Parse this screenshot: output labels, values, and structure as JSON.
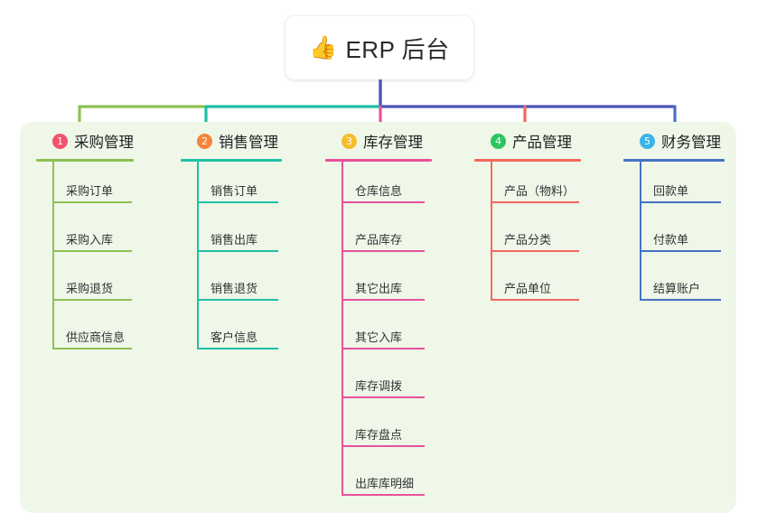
{
  "diagram": {
    "root": {
      "icon": "thumbs-up-icon",
      "emoji": "👍",
      "title": "ERP 后台"
    },
    "panel_color": "#eff7e9",
    "root_stem_color": "#4a55b8",
    "columns": [
      {
        "number": "1",
        "title": "采购管理",
        "badge_color": "#f2536d",
        "line_color": "#8cc152",
        "items": [
          "采购订单",
          "采购入库",
          "采购退货",
          "供应商信息"
        ]
      },
      {
        "number": "2",
        "title": "销售管理",
        "badge_color": "#f5843c",
        "line_color": "#1ec0a5",
        "items": [
          "销售订单",
          "销售出库",
          "销售退货",
          "客户信息"
        ]
      },
      {
        "number": "3",
        "title": "库存管理",
        "badge_color": "#f5bc2e",
        "line_color": "#e8519c",
        "items": [
          "仓库信息",
          "产品库存",
          "其它出库",
          "其它入库",
          "库存调拨",
          "库存盘点",
          "出库库明细"
        ]
      },
      {
        "number": "4",
        "title": "产品管理",
        "badge_color": "#2ec45f",
        "line_color": "#f4685e",
        "items": [
          "产品（物料）",
          "产品分类",
          "产品单位"
        ]
      },
      {
        "number": "5",
        "title": "财务管理",
        "badge_color": "#3bb4e8",
        "line_color": "#4472c4",
        "items": [
          "回款单",
          "付款单",
          "结算账户"
        ]
      }
    ],
    "bus": {
      "segment_left_color": "#8cc152",
      "segment_mid_color": "#1ec0a5",
      "segment_right_color": "#4a55b8"
    }
  }
}
